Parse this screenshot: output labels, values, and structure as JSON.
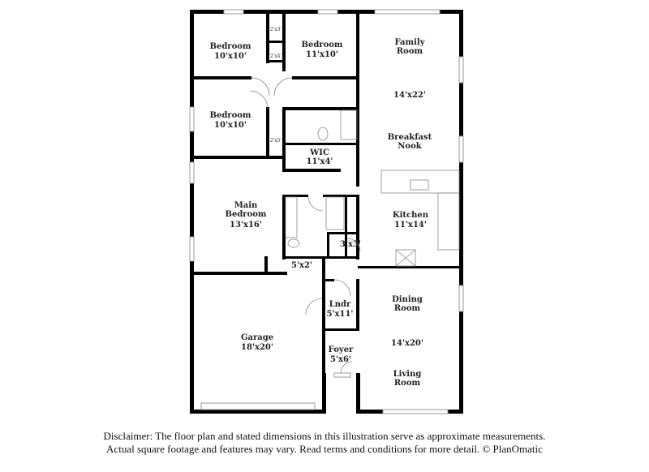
{
  "rooms": {
    "bedroom_1": {
      "name": "Bedroom",
      "size": "10'x10'"
    },
    "bedroom_2": {
      "name": "Bedroom",
      "size": "11'x10'"
    },
    "bedroom_3": {
      "name": "Bedroom",
      "size": "10'x10'"
    },
    "closet_1": {
      "size": "2'x3'"
    },
    "closet_2": {
      "size": "2'x4'"
    },
    "closet_3": {
      "size": "2'x5'"
    },
    "wic": {
      "name": "WIC",
      "size": "11'x4'"
    },
    "family_room": {
      "name": "Family Room",
      "size": "14'x22'"
    },
    "breakfast_nook": {
      "name": "Breakfast Nook"
    },
    "main_bedroom": {
      "name": "Main Bedroom",
      "size": "13'x16'"
    },
    "kitchen": {
      "name": "Kitchen",
      "size": "11'x14'"
    },
    "closet_3x3": {
      "size": "3'x3'"
    },
    "hall_5x2": {
      "size": "5'x2'"
    },
    "laundry": {
      "name": "Lndr",
      "size": "5'x11'"
    },
    "dining_room": {
      "name": "Dining Room",
      "size": "14'x20'"
    },
    "living_room": {
      "name": "Living Room"
    },
    "garage": {
      "name": "Garage",
      "size": "18'x20'"
    },
    "foyer": {
      "name": "Foyer",
      "size": "5'x6'"
    }
  },
  "disclaimer": {
    "line1": "Disclaimer: The floor plan and stated dimensions in this illustration serve as approximate measurements.",
    "line2": "Actual square footage and features may vary. Read terms and conditions for more detail. © PlanOmatic"
  }
}
